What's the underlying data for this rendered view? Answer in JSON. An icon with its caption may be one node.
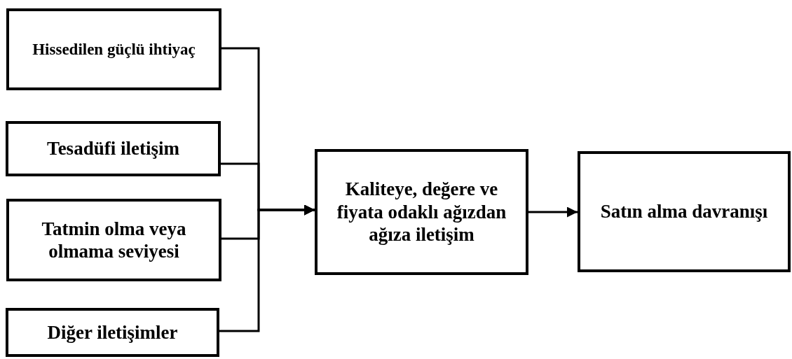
{
  "diagram": {
    "nodes": [
      {
        "text": [
          "Hissedilen güçlü ihtiyaç"
        ]
      },
      {
        "text": [
          "Tesadüfi iletişim"
        ]
      },
      {
        "text": [
          "Tatmin olma veya olmama seviyesi"
        ]
      },
      {
        "text": [
          "Diğer iletişimler"
        ]
      },
      {
        "text": [
          "Kaliteye, değere ve fiyata odaklı ağızdan ağıza iletişim"
        ]
      },
      {
        "text": [
          "Satın alma davranışı"
        ]
      }
    ],
    "edges": [
      {
        "from": 0,
        "to": 4,
        "arrow": "to"
      },
      {
        "from": 1,
        "to": 4,
        "arrow": "to"
      },
      {
        "from": 2,
        "to": 4,
        "arrow": "to"
      },
      {
        "from": 3,
        "to": 4,
        "arrow": "to"
      },
      {
        "from": 4,
        "to": 5,
        "arrow": "to"
      }
    ]
  }
}
